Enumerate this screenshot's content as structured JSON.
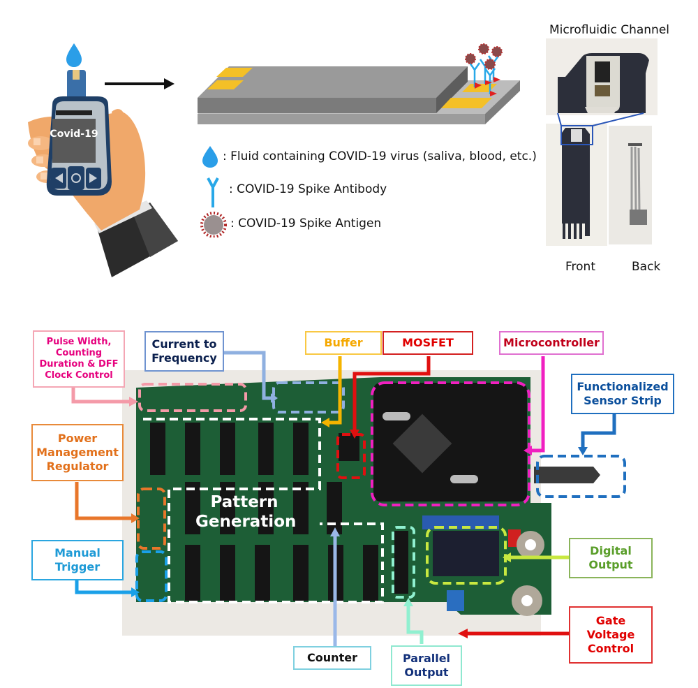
{
  "top_panel": {
    "device_screen_text": "Covid-19",
    "legend": [
      {
        "icon": "droplet-icon",
        "text": ": Fluid containing COVID-19 virus (saliva, blood, etc.)"
      },
      {
        "icon": "antibody-icon",
        "text": ": COVID-19 Spike Antibody"
      },
      {
        "icon": "virus-icon",
        "text": ": COVID-19 Spike Antigen"
      }
    ],
    "photo": {
      "title": "Microfluidic Channel",
      "front_label": "Front",
      "back_label": "Back"
    }
  },
  "bottom_panel": {
    "board_region_label": "Pattern\nGeneration",
    "callouts": [
      {
        "id": "pulse",
        "text": "Pulse Width,\nCounting\nDuration & DFF\nClock Control",
        "color": "#e6007e",
        "border": "#f4a6b4"
      },
      {
        "id": "current",
        "text": "Current to\nFrequency",
        "color": "#0a1f4d",
        "border": "#6f93d0"
      },
      {
        "id": "buffer",
        "text": "Buffer",
        "color": "#f5a800",
        "border": "#f9c843"
      },
      {
        "id": "mosfet",
        "text": "MOSFET",
        "color": "#e00000",
        "border": "#d42020"
      },
      {
        "id": "micro",
        "text": "Microcontroller",
        "color": "#c0001a",
        "border": "#e070d0"
      },
      {
        "id": "sensor",
        "text": "Functionalized\nSensor Strip",
        "color": "#0b4f9c",
        "border": "#1f6fbf"
      },
      {
        "id": "power",
        "text": "Power\nManagement\nRegulator",
        "color": "#e2701a",
        "border": "#e88a3a"
      },
      {
        "id": "trigger",
        "text": "Manual\nTrigger",
        "color": "#1d9ad6",
        "border": "#2aa6e0"
      },
      {
        "id": "digital",
        "text": "Digital\nOutput",
        "color": "#5a9e2a",
        "border": "#8ab45a"
      },
      {
        "id": "gate",
        "text": "Gate\nVoltage\nControl",
        "color": "#e00000",
        "border": "#e03030"
      },
      {
        "id": "counter",
        "text": "Counter",
        "color": "#111111",
        "border": "#7fd0e0"
      },
      {
        "id": "parallel",
        "text": "Parallel\nOutput",
        "color": "#12307a",
        "border": "#8fe8d0"
      }
    ]
  }
}
